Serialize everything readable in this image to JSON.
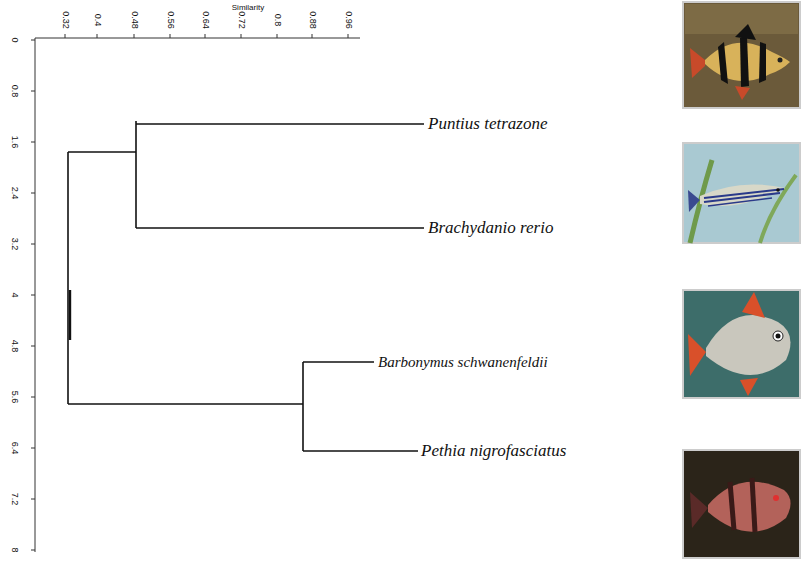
{
  "diagram": {
    "labels": [
      "Similarity",
      "0.32",
      "0.4",
      "0.48",
      "0.56",
      "0.64",
      "0.72",
      "0.8",
      "0.88",
      "0.96",
      "0",
      "0.8",
      "1.6",
      "2.4",
      "3.2",
      "4",
      "4.8",
      "5.6",
      "6.4",
      "7.2",
      "8",
      "Puntius tetrazone",
      "Brachydanio rerio",
      "Barbonymus schwanenfeldii",
      "Pethia nigrofasciatus"
    ]
  }
}
